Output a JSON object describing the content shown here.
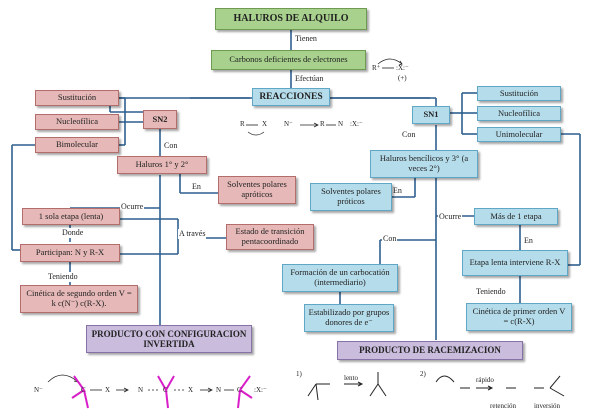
{
  "title": "HALUROS DE ALQUILO",
  "connectors": {
    "tienen": "Tienen",
    "efectuan": "Efectúan",
    "con_left": "Con",
    "con_right": "Con",
    "en_left": "En",
    "en_right": "En",
    "en_slow": "En",
    "ocurre_left": "Ocurre",
    "ocurre_right": "Ocurre",
    "donde": "Donde",
    "a_traves": "A través",
    "teniendo_left": "Teniendo",
    "teniendo_right": "Teniendo",
    "con_carbo": "Con"
  },
  "nodes": {
    "carbonos": "Carbonos deficientes de electrones",
    "reacciones": "REACCIONES",
    "sn2": "SN2",
    "sn1": "SN1",
    "left_props": [
      "Sustitución",
      "Nucleofílica",
      "Bimolecular"
    ],
    "right_props": [
      "Sustitución",
      "Nucleofílica",
      "Unimolecular"
    ],
    "haluros_12": "Haluros 1° y 2°",
    "solventes_aproticos": "Solventes polares apróticos",
    "una_etapa": "1 sola etapa (lenta)",
    "participan": "Participan: N y R-X",
    "estado_transicion": "Estado de transición pentacoordinado",
    "cinetica_2": "Cinética de segundo orden V = k c(N⁻) c(R-X).",
    "producto_invertida": "PRODUCTO CON CONFIGURACION INVERTIDA",
    "haluros_bencilicos": "Haluros bencílicos y 3° (a veces 2°)",
    "solventes_proticos": "Solventes polares próticos",
    "mas_una_etapa": "Más de 1 etapa",
    "etapa_lenta": "Etapa lenta interviene R-X",
    "carbocation": "Formación de un carbocatión (intermediario)",
    "estabilizado": "Estabilizado por grupos donores de e⁻",
    "cinetica_1": "Cinética de primer orden V = c(R-X)",
    "producto_racemizacion": "PRODUCTO DE RACEMIZACION"
  },
  "mechanism": {
    "top_scheme": [
      "R",
      "X",
      "N⁻",
      "R",
      "N",
      ":X:⁻"
    ],
    "ion_pair": [
      "R⁺",
      ":X:⁻",
      "(+)"
    ],
    "bottom_left": [
      "N⁻",
      "C",
      "X",
      "N",
      "C",
      "X",
      "N",
      "C",
      ":X:⁻"
    ],
    "bottom_right_labels": [
      "1)",
      "lento",
      "2)",
      "rápido",
      "retención",
      "inversión"
    ]
  },
  "colors": {
    "title_green": "#a8d18d",
    "blue_box": "#b5dcea",
    "red_box": "#e6b9b8",
    "purple_box": "#c9bcdc",
    "connector": "#2e5f8f",
    "magenta": "#d81ec8"
  }
}
